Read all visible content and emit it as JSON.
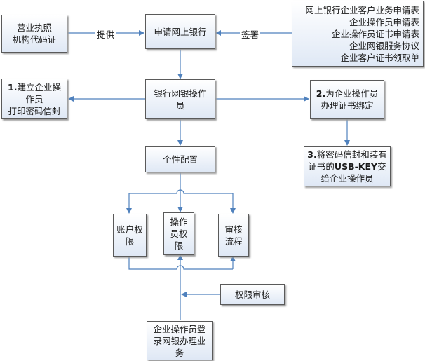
{
  "nodes": {
    "license": {
      "lines": [
        "营业执照",
        "机构代码证"
      ]
    },
    "apply": {
      "lines": [
        "申请网上银行"
      ]
    },
    "forms": {
      "lines": [
        "网上银行企业客户业务申请表",
        "企业操作员申请表",
        "企业操作员证书申请表",
        "企业网银服务协议",
        "企业客户证书领取单"
      ]
    },
    "step1": {
      "num": "1.",
      "lines": [
        "建立企业操",
        "作员",
        "打印密码信封"
      ]
    },
    "operator": {
      "lines": [
        "银行网银操作",
        "员"
      ]
    },
    "step2": {
      "num": "2.",
      "lines": [
        "为企业操作员",
        "办理证书绑定"
      ]
    },
    "personal": {
      "lines": [
        "个性配置"
      ]
    },
    "step3": {
      "line1_num": "3.",
      "line1_text": "将密码信封和装有",
      "line2_pre": "证书的",
      "line2_bold": "USB-KEY",
      "line2_post": "交",
      "line3": "给企业操作员"
    },
    "account": {
      "lines": [
        "账户权",
        "限"
      ]
    },
    "oppower": {
      "lines": [
        "操作",
        "员权",
        "限"
      ]
    },
    "review": {
      "lines": [
        "审核",
        "流程"
      ]
    },
    "audit": {
      "lines": [
        "权限审核"
      ]
    },
    "login": {
      "lines": [
        "企业操作员登",
        "录网银办理业",
        "务"
      ]
    }
  },
  "edge_labels": {
    "provide": "提供",
    "sign": "签署"
  },
  "colors": {
    "connector": "#4f81bd",
    "box_border": "#5a5a5a",
    "box_fill_top": "#ffffff",
    "box_fill_bottom": "#dfe8f5"
  }
}
